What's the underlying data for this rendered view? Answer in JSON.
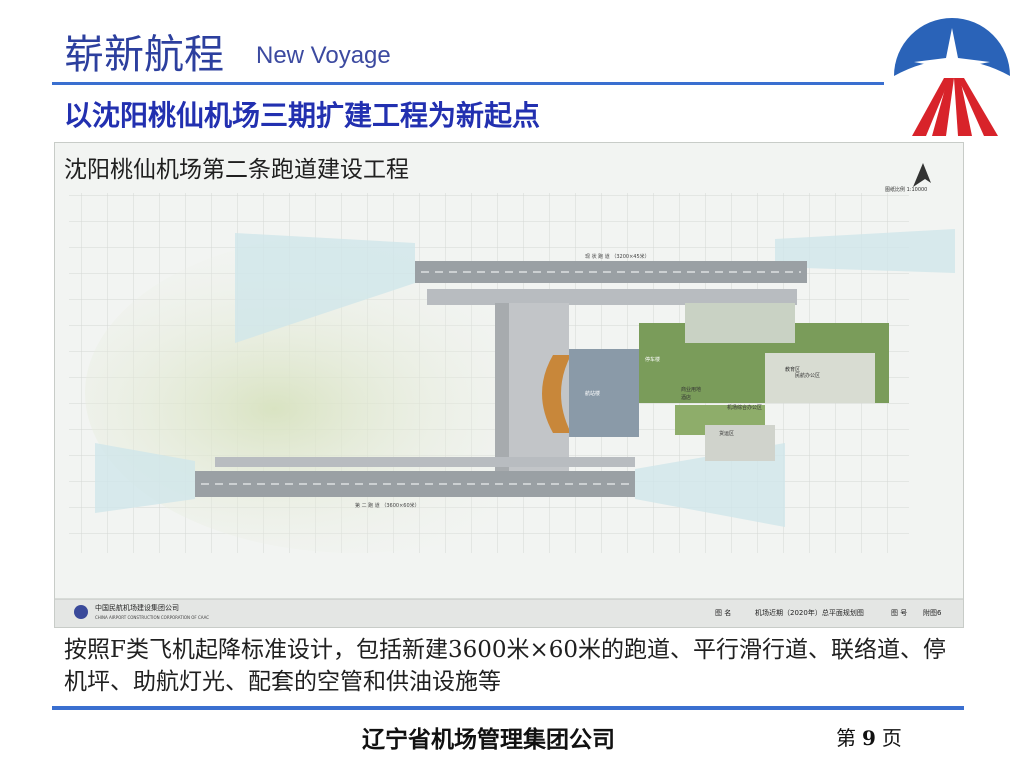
{
  "header": {
    "title_cn": "崭新航程",
    "title_en": "New Voyage",
    "subtitle": "以沈阳桃仙机场三期扩建工程为新起点"
  },
  "map": {
    "caption": "沈阳桃仙机场第二条跑道建设工程",
    "scale_label": "图纸比例 1:10000",
    "runway_existing_label": "现 状 跑 道 （3200×45米）",
    "runway_second_label": "第 二 跑 道 （3600×60米）",
    "zone_labels": [
      "教育区",
      "航站楼",
      "停车楼",
      "民航办公区",
      "机场综合办公区",
      "商业用地",
      "酒店",
      "货运区"
    ],
    "title_block": {
      "org_cn": "中国民航机场建设集团公司",
      "org_en": "CHINA AIRPORT CONSTRUCTION CORPORATION OF CAAC",
      "name_label": "图 名",
      "name_value": "机场近期（2020年）总平面规划图",
      "number_label": "图 号",
      "number_value": "附图6"
    }
  },
  "body": {
    "text": "按照F类飞机起降标准设计，包括新建3600米×60米的跑道、平行滑行道、联络道、停机坪、助航灯光、配套的空管和供油设施等"
  },
  "footer": {
    "company": "辽宁省机场管理集团公司",
    "page_prefix": "第",
    "page_number": "9",
    "page_suffix": "页"
  },
  "colors": {
    "title": "#2c3f9e",
    "accent_rule": "#3a6fd0",
    "logo_blue": "#2a63b8",
    "logo_red": "#d8232a"
  },
  "icons": {
    "logo": "airport-group-logo-icon",
    "north_arrow": "north-arrow-icon"
  }
}
